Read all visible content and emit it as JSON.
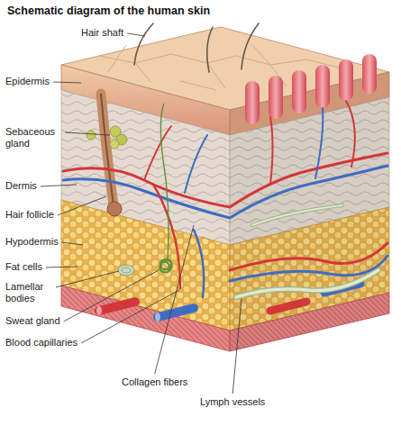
{
  "diagram": {
    "title": "Schematic diagram of the human skin",
    "labels": [
      "Hair shaft",
      "Epidermis",
      "Sebaceous gland",
      "Dermis",
      "Hair follicle",
      "Hypodermis",
      "Fat cells",
      "Lamellar bodies",
      "Sweat gland",
      "Blood capillaries",
      "Collagen fibers",
      "Lymph vessels"
    ]
  }
}
